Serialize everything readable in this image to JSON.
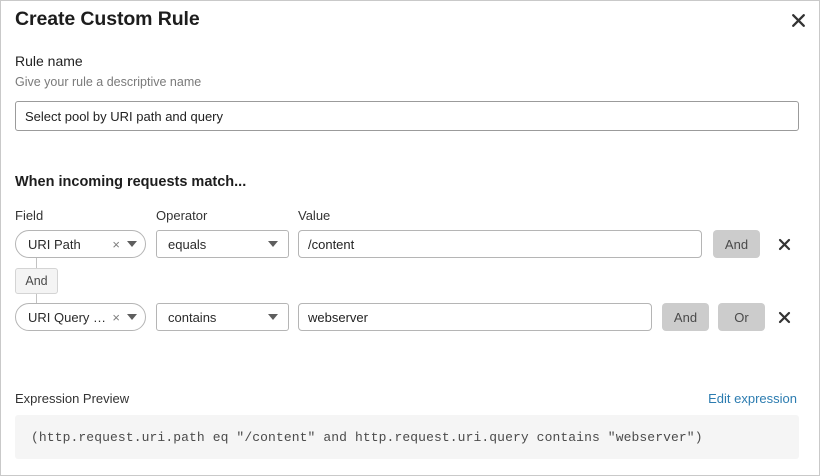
{
  "dialog": {
    "title": "Create Custom Rule",
    "close_icon": "close-icon"
  },
  "rule_name": {
    "label": "Rule name",
    "helper": "Give your rule a descriptive name",
    "value": "Select pool by URI path and query",
    "placeholder": "Select pool by URI path and query"
  },
  "match_section": {
    "heading": "When incoming requests match...",
    "columns": {
      "field": "Field",
      "operator": "Operator",
      "value": "Value"
    },
    "group_connector": "And",
    "rows": [
      {
        "field": "URI Path",
        "field_clear_icon": "clear-icon",
        "field_caret_icon": "chevron-down-icon",
        "operator": "equals",
        "operator_caret_icon": "chevron-down-icon",
        "value": "/content",
        "and_label": "And",
        "remove_icon": "close-icon"
      },
      {
        "field": "URI Query St...",
        "field_clear_icon": "clear-icon",
        "field_caret_icon": "chevron-down-icon",
        "operator": "contains",
        "operator_caret_icon": "chevron-down-icon",
        "value": "webserver",
        "and_label": "And",
        "or_label": "Or",
        "remove_icon": "close-icon"
      }
    ]
  },
  "expression": {
    "label": "Expression Preview",
    "edit_link": "Edit expression",
    "code": "(http.request.uri.path eq \"/content\" and http.request.uri.query contains \"webserver\")"
  },
  "colors": {
    "link": "#2c7cb0",
    "logic_button": "#cccccc",
    "preview_background": "#f5f5f5"
  }
}
